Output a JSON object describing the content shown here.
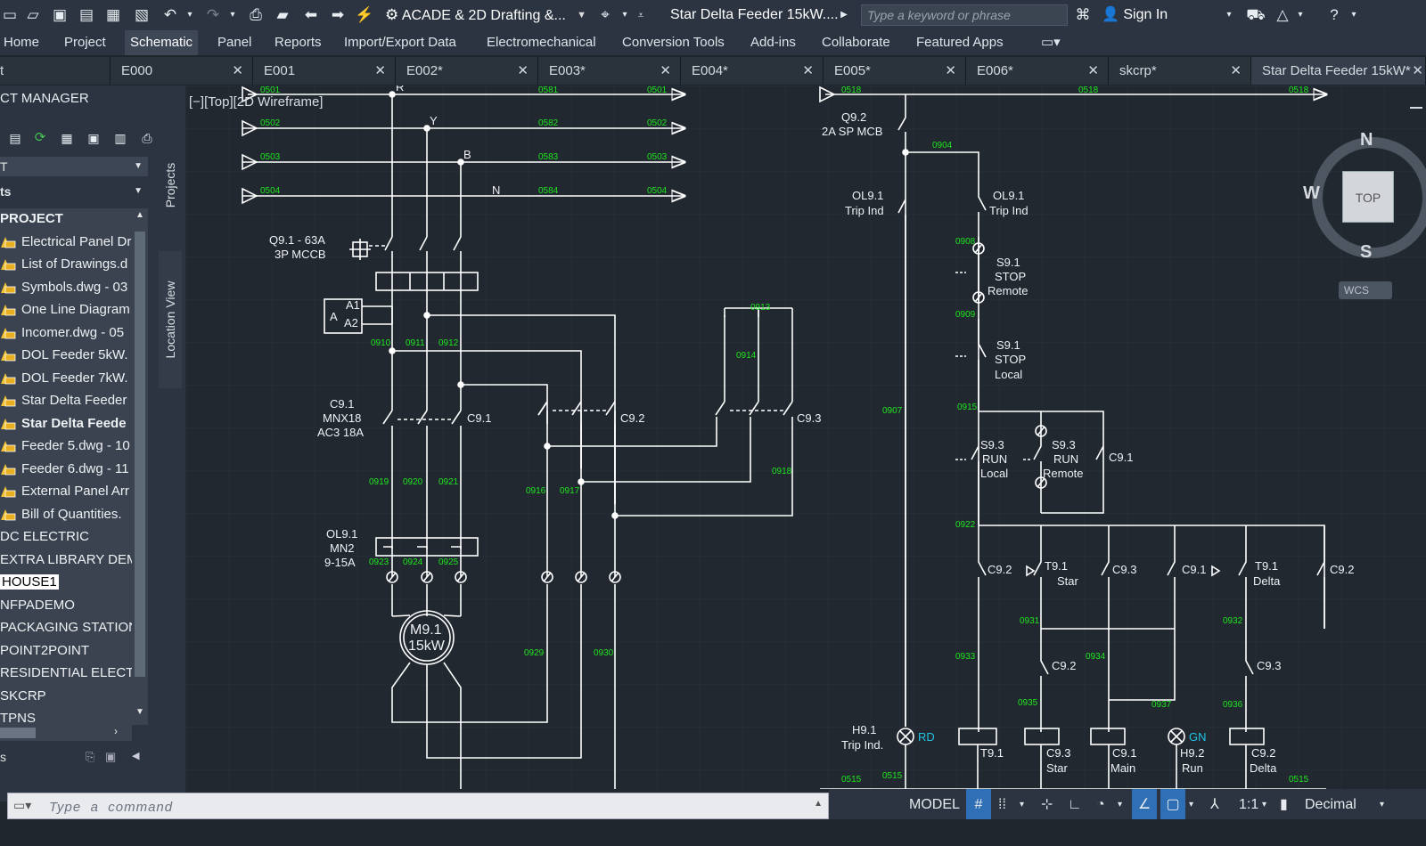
{
  "app": {
    "workspace": "ACADE & 2D Drafting &...",
    "doc_title": "Star Delta Feeder 15kW....",
    "search_placeholder": "Type a keyword or phrase",
    "sign_in": "Sign In"
  },
  "menu": [
    "Home",
    "Project",
    "Schematic",
    "Panel",
    "Reports",
    "Import/Export Data",
    "Electromechanical",
    "Conversion Tools",
    "Add-ins",
    "Collaborate",
    "Featured Apps"
  ],
  "active_menu": "Schematic",
  "tabs": [
    {
      "label": "t",
      "close": ""
    },
    {
      "label": "E000",
      "close": "✕"
    },
    {
      "label": "E001",
      "close": "✕"
    },
    {
      "label": "E002*",
      "close": "✕"
    },
    {
      "label": "E003*",
      "close": "✕"
    },
    {
      "label": "E004*",
      "close": "✕"
    },
    {
      "label": "E005*",
      "close": "✕"
    },
    {
      "label": "E006*",
      "close": "✕"
    },
    {
      "label": "skcrp*",
      "close": "✕"
    },
    {
      "label": "Star Delta Feeder 15kW*",
      "close": "✕"
    }
  ],
  "project_manager": {
    "title": "CT MANAGER",
    "dropdown1": "T",
    "dropdown2": "ts",
    "side_tabs": [
      "Projects",
      "Location View"
    ],
    "tree": [
      {
        "label": "PROJECT",
        "type": "header"
      },
      {
        "label": "Electrical Panel Dr",
        "type": "file"
      },
      {
        "label": "List of Drawings.d",
        "type": "file"
      },
      {
        "label": "Symbols.dwg - 03",
        "type": "file"
      },
      {
        "label": "One Line Diagram",
        "type": "file"
      },
      {
        "label": "Incomer.dwg - 05",
        "type": "file"
      },
      {
        "label": "DOL Feeder 5kW.",
        "type": "file"
      },
      {
        "label": "DOL Feeder 7kW.",
        "type": "file"
      },
      {
        "label": "Star Delta Feeder",
        "type": "file"
      },
      {
        "label": "Star Delta Feede",
        "type": "file-bold"
      },
      {
        "label": "Feeder 5.dwg - 10",
        "type": "file"
      },
      {
        "label": "Feeder 6.dwg - 11",
        "type": "file"
      },
      {
        "label": "External Panel Arr",
        "type": "file"
      },
      {
        "label": "Bill of Quantities.",
        "type": "file"
      },
      {
        "label": "DC ELECTRIC",
        "type": "project"
      },
      {
        "label": "EXTRA LIBRARY DEM",
        "type": "project"
      },
      {
        "label": "HOUSE1",
        "type": "selected"
      },
      {
        "label": "NFPADEMO",
        "type": "project"
      },
      {
        "label": "PACKAGING STATION",
        "type": "project"
      },
      {
        "label": "POINT2POINT",
        "type": "project"
      },
      {
        "label": "RESIDENTIAL ELECTR",
        "type": "project"
      },
      {
        "label": "SKCRP",
        "type": "project"
      },
      {
        "label": "TPNS",
        "type": "project"
      }
    ],
    "bottom_label": "s"
  },
  "viewport": {
    "label": "[−][Top][2D Wireframe]"
  },
  "viewcube": {
    "n": "N",
    "s": "S",
    "w": "W",
    "face": "TOP",
    "wcs": "WCS"
  },
  "schematic": {
    "phases": {
      "R": "R",
      "Y": "Y",
      "B": "B",
      "N": "N"
    },
    "wires_left": [
      "0501",
      "0502",
      "0503",
      "0504"
    ],
    "wires_mid": [
      "0581",
      "0582",
      "0583",
      "0584"
    ],
    "wires_right": [
      "0501",
      "0502",
      "0503",
      "0504"
    ],
    "ctrl_top": [
      "0518",
      "0518",
      "0518"
    ],
    "mccb": [
      "Q9.1 - 63A",
      "3P MCCB"
    ],
    "aux": {
      "a": "A",
      "a1": "A1",
      "a2": "A2"
    },
    "c91": [
      "C9.1",
      "MNX18",
      "AC3 18A"
    ],
    "c91_b": "C9.1",
    "c92": "C9.2",
    "c93": "C9.3",
    "ol": [
      "OL9.1",
      "MN2",
      "9-15A"
    ],
    "motor": [
      "M9.1",
      "15kW"
    ],
    "wire_nums": [
      "0910",
      "0911",
      "0912",
      "0913",
      "0914",
      "0919",
      "0920",
      "0921",
      "0916",
      "0917",
      "0918",
      "0923",
      "0924",
      "0925",
      "0929",
      "0930"
    ],
    "mcb": [
      "Q9.2",
      "2A SP MCB"
    ],
    "ol_trip_left": [
      "OL9.1",
      "Trip Ind"
    ],
    "ol_trip_right": [
      "OL9.1",
      "Trip Ind"
    ],
    "stop_remote": [
      "S9.1",
      "STOP",
      "Remote"
    ],
    "stop_local": [
      "S9.1",
      "STOP",
      "Local"
    ],
    "run_local": [
      "S9.3",
      "RUN",
      "Local"
    ],
    "run_remote": [
      "S9.3",
      "RUN",
      "Remote"
    ],
    "ctrl_c91": "C9.1",
    "ctrl_row": [
      "C9.2",
      "T9.1",
      "Star",
      "C9.3",
      "C9.1",
      "T9.1",
      "Delta",
      "C9.2"
    ],
    "ctrl_row2": [
      "C9.2",
      "C9.3"
    ],
    "ctrl_wire_nums": [
      "0904",
      "0908",
      "0909",
      "0907",
      "0915",
      "0922",
      "0931",
      "0932",
      "0933",
      "0934",
      "0935",
      "0936",
      "0937",
      "0515",
      "0515"
    ],
    "coils": [
      {
        "label": "H9.1",
        "sub": "Trip Ind.",
        "tag": "RD"
      },
      {
        "label": "T9.1",
        "sub": ""
      },
      {
        "label": "C9.3",
        "sub": "Star"
      },
      {
        "label": "C9.1",
        "sub": "Main"
      },
      {
        "label": "H9.2",
        "sub": "Run",
        "tag": "GN"
      },
      {
        "label": "C9.2",
        "sub": "Delta"
      }
    ],
    "bottom_nums": [
      "0515",
      "0515"
    ]
  },
  "cmdline": {
    "placeholder": "Type  a  command"
  },
  "status": {
    "model": "MODEL",
    "scale": "1:1",
    "units": "Decimal"
  }
}
